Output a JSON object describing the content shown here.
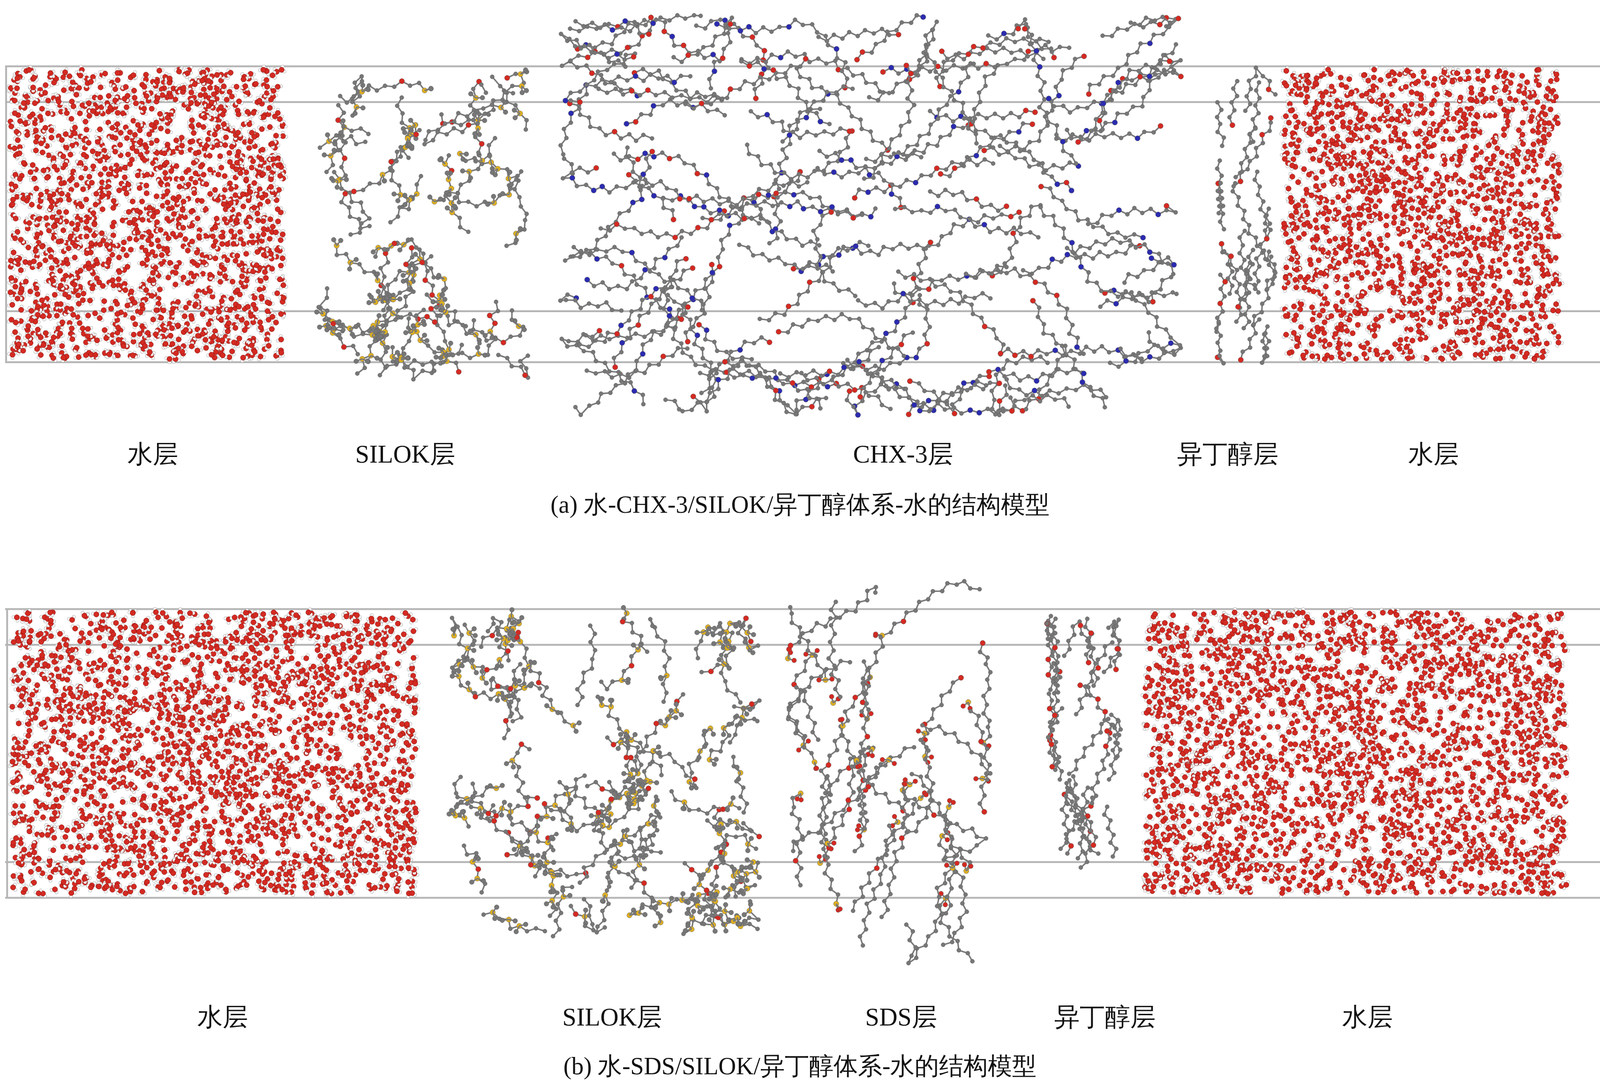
{
  "diagram": {
    "labels": [
      "水层",
      "SILOK层",
      "CHX-3层",
      "异丁醇层",
      "水层",
      "(a) 水-CHX-3/SILOK/异丁醇体系-水的结构模型",
      "水层",
      "SILOK层",
      "SDS层",
      "异丁醇层",
      "水层",
      "(b) 水-SDS/SILOK/异丁醇体系-水的结构模型"
    ]
  }
}
